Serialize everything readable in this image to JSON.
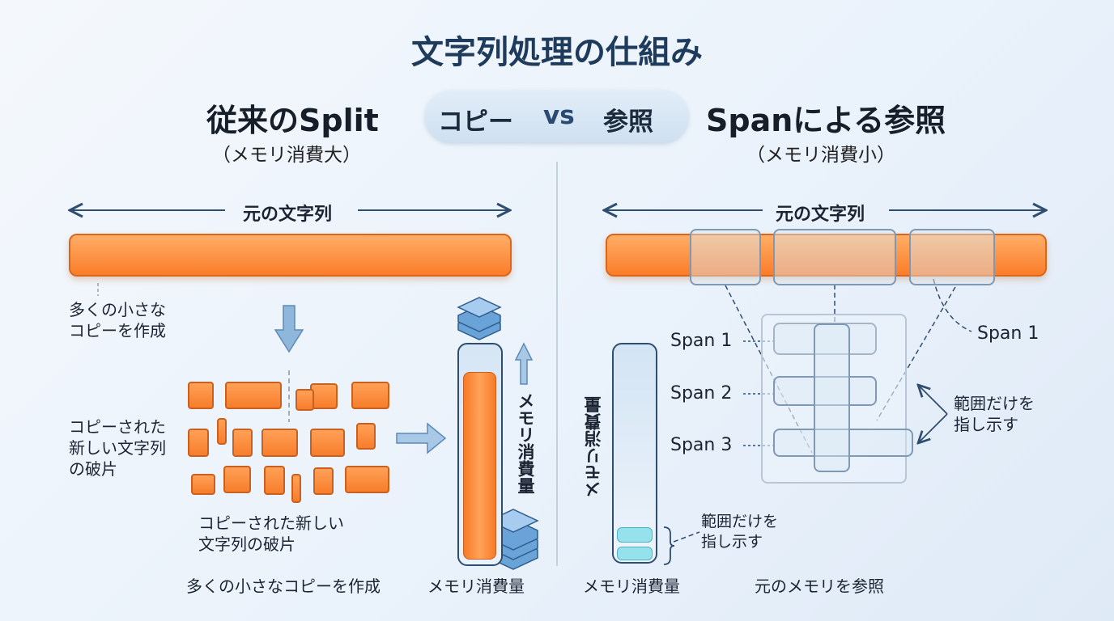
{
  "title": "文字列処理の仕組み",
  "compare": {
    "left": "コピー",
    "vs": "vs",
    "right": "参照"
  },
  "left": {
    "heading": "従来のSplit",
    "subheading": "（メモリ消費大）",
    "string_label": "元の文字列",
    "note_copy": [
      "多くの小さな",
      "コピーを作成"
    ],
    "note_fragments": [
      "コピーされた",
      "新しい文字列",
      "の破片"
    ],
    "fragments_caption": [
      "コピーされた新しい",
      "文字列の破片"
    ],
    "memory_vertical": "メモリ消費量",
    "footer_copy": "多くの小さなコピーを作成",
    "footer_memory": "メモリ消費量"
  },
  "right": {
    "heading": "Spanによる参照",
    "subheading": "（メモリ消費小）",
    "string_label": "元の文字列",
    "spans": [
      "Span 1",
      "Span 2",
      "Span 3"
    ],
    "span_callout": "Span 1",
    "range_note": [
      "範囲だけを",
      "指し示す"
    ],
    "memory_vertical": "メモリ消費量",
    "memory_note": [
      "範囲だけを",
      "指し示す"
    ],
    "footer_memory": "メモリ消費量",
    "footer_reference": "元のメモリを参照"
  },
  "colors": {
    "accent_orange": "#fb7d2a",
    "title": "#1f3b5c",
    "line": "#2f4d6e",
    "cyan": "#8fe0ea"
  }
}
